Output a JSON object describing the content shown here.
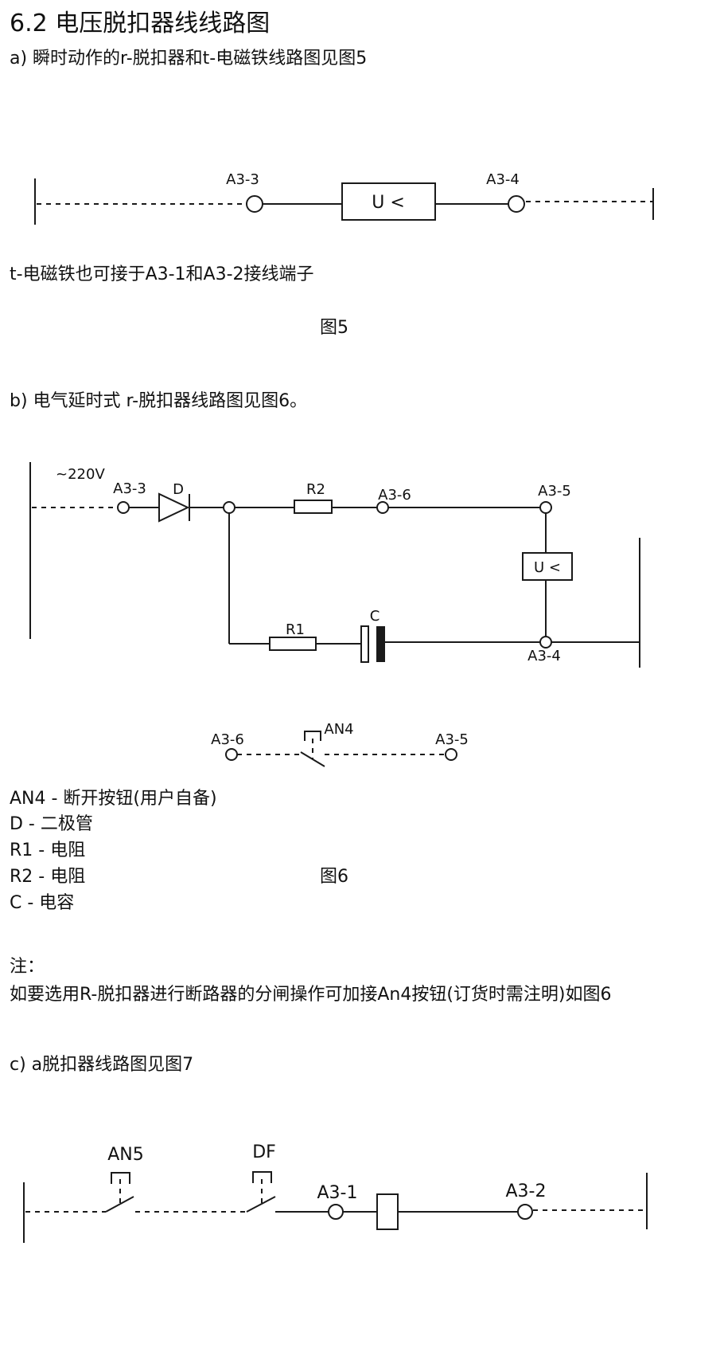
{
  "section": {
    "title": "6.2 电压脱扣器线线路图",
    "a_intro": "a) 瞬时动作的r-脱扣器和t-电磁铁线路图见图5",
    "a_note": "t-电磁铁也可接于A3-1和A3-2接线端子",
    "fig5_caption": "图5",
    "b_intro": "b) 电气延时式  r-脱扣器线路图见图6。",
    "fig6_caption": "图6",
    "note_heading": "注：",
    "note_text": "如要选用R-脱扣器进行断路器的分闸操作可加接An4按钮(订货时需注明)如图6",
    "c_intro": "c) a脱扣器线路图见图7"
  },
  "fig5": {
    "t1": "A3-3",
    "t2": "A3-4",
    "relay": "U <"
  },
  "fig6": {
    "voltage": "~220V",
    "t_a33": "A3-3",
    "diode": "D",
    "r2": "R2",
    "t_a36": "A3-6",
    "t_a35": "A3-5",
    "relay": "U <",
    "r1": "R1",
    "cap": "C",
    "t_a34": "A3-4"
  },
  "fig6_switch": {
    "left": "A3-6",
    "button": "AN4",
    "right": "A3-5"
  },
  "legend": [
    "AN4  -  断开按钮(用户自备)",
    "D  -  二极管",
    "R1  -  电阻",
    "R2  -  电阻",
    "C  -  电容"
  ],
  "fig7": {
    "an5": "AN5",
    "df": "DF",
    "t1": "A3-1",
    "t2": "A3-2"
  }
}
